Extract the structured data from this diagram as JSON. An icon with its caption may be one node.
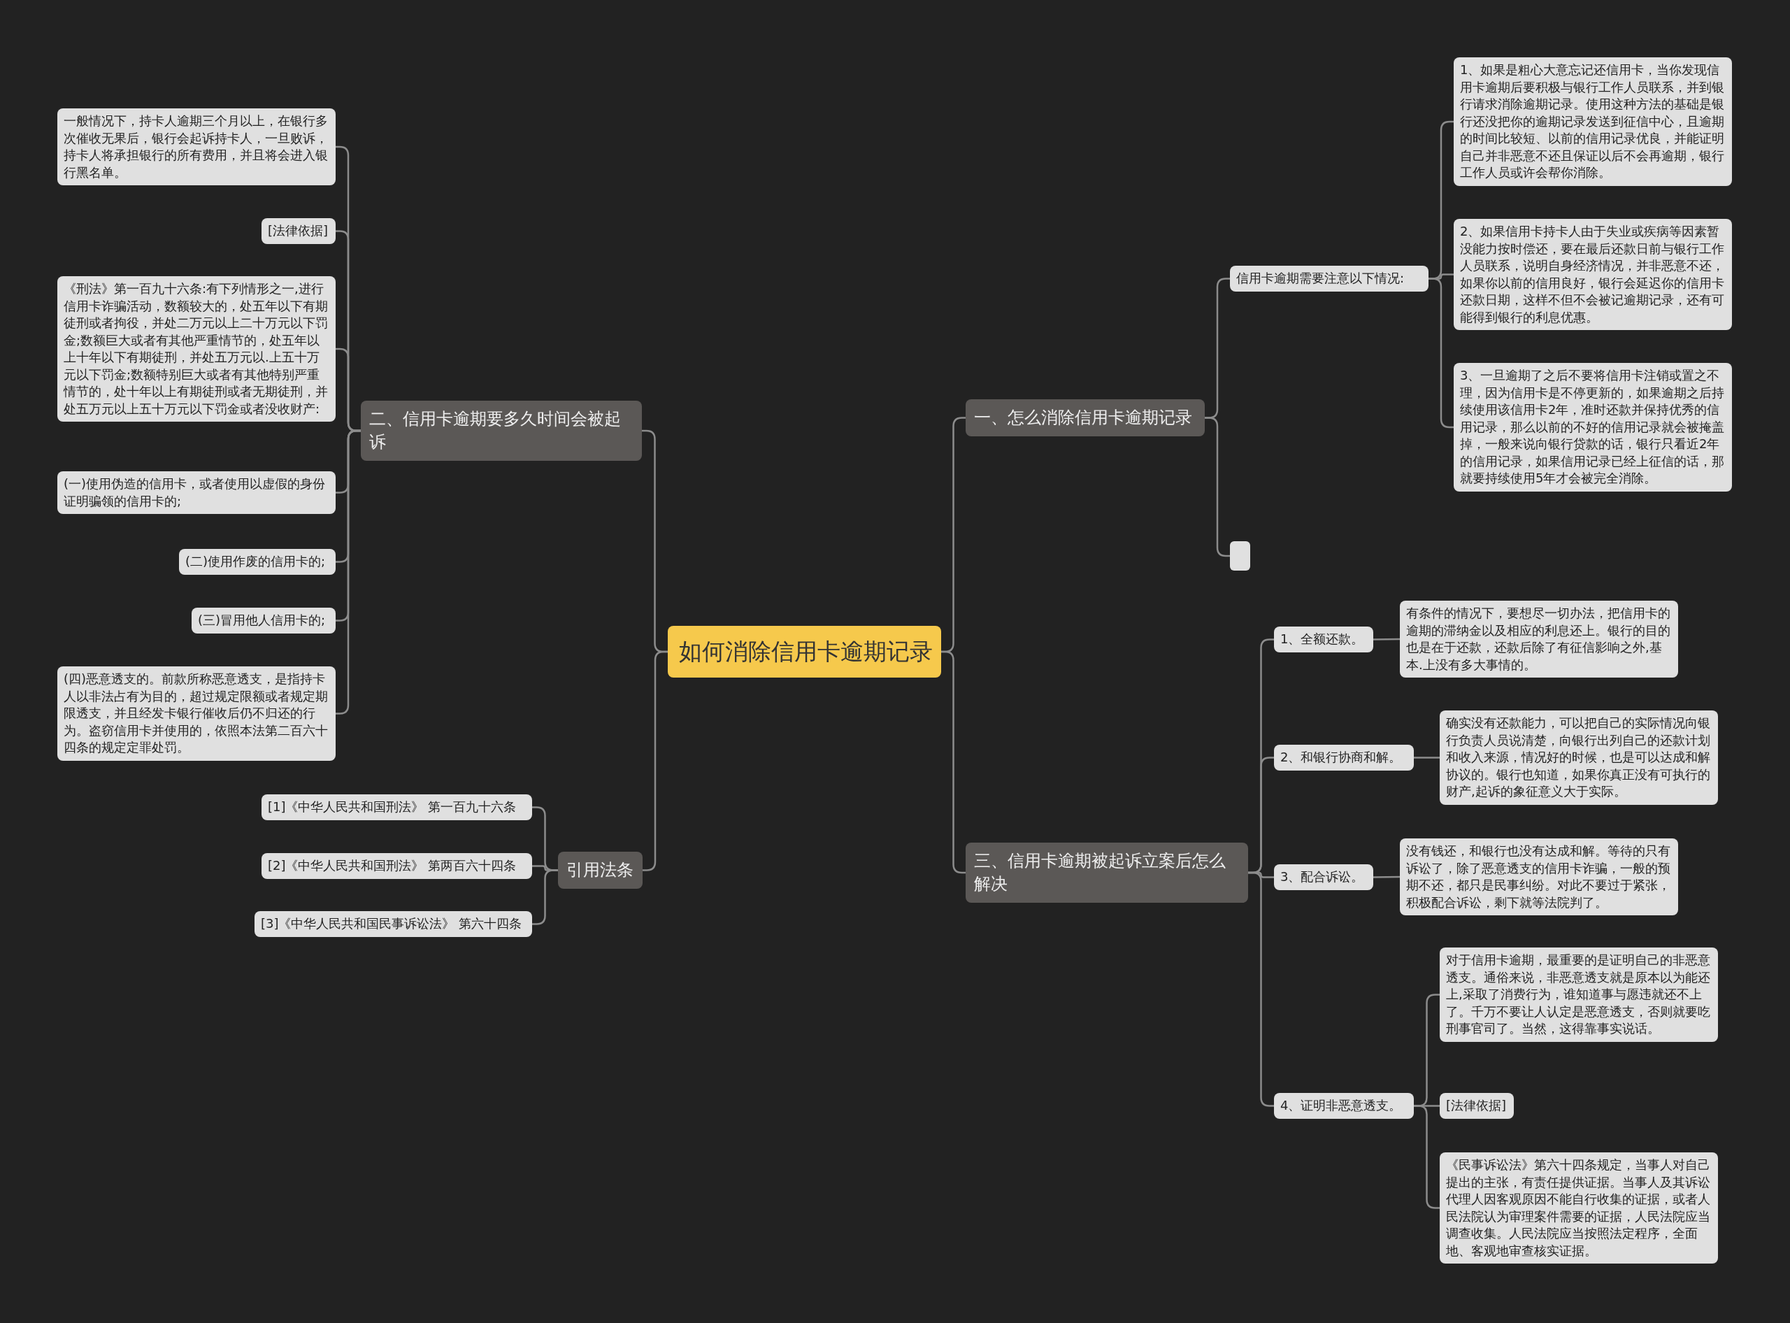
{
  "diagram": {
    "nodes": [
      {
        "text": [
          "如何消除信用卡逾期记录"
        ]
      },
      {
        "text": [
          "一、怎么消除信用卡逾期记录"
        ]
      },
      {
        "text": [
          "信用卡逾期需要注意以下情况:"
        ]
      },
      {
        "text": [
          "1、如果是粗心大意忘记还信用卡，当你发现信用卡逾期后要积极与银行工作人员联系，并到银行请求消除逾期记录。使用这种方法的基础是银行还没把你的逾期记录发送到征信中心，且逾期的时间比较短、以前的信用记录优良，并能证明自己并非恶意不还且保证以后不会再逾期，银行工作人员或许会帮你消除。"
        ]
      },
      {
        "text": [
          "2、如果信用卡持卡人由于失业或疾病等因素暂没能力按时偿还，要在最后还款日前与银行工作人员联系，说明自身经济情况，并非恶意不还，如果你以前的信用良好，银行会延迟你的信用卡还款日期，这样不但不会被记逾期记录，还有可能得到银行的利息优惠。"
        ]
      },
      {
        "text": [
          "3、一旦逾期了之后不要将信用卡注销或置之不理，因为信用卡是不停更新的，如果逾期之后持续使用该信用卡2年，准时还款并保持优秀的信用记录，那么以前的不好的信用记录就会被掩盖掉，一般来说向银行贷款的话，银行只看近2年的信用记录，如果信用记录已经上征信的话，那就要持续使用5年才会被完全消除。"
        ]
      },
      {
        "text": [],
        "shape": "box"
      },
      {
        "text": [
          "二、信用卡逾期要多久时间会被起诉"
        ]
      },
      {
        "text": [
          "一般情况下，持卡人逾期三个月以上，在银行多次催收无果后，银行会起诉持卡人，一旦败诉，持卡人将承担银行的所有费用，并且将会进入银行黑名单。"
        ]
      },
      {
        "text": [
          "[法律依据]"
        ]
      },
      {
        "text": [
          "《刑法》第一百九十六条:有下列情形之一,进行信用卡诈骗活动，数额较大的，处五年以下有期徒刑或者拘役，并处二万元以上二十万元以下罚金;数额巨大或者有其他严重情节的，处五年以上十年以下有期徒刑，并处五万元以.上五十万元以下罚金;数额特别巨大或者有其他特别严重情节的，处十年以上有期徒刑或者无期徒刑，并处五万元以上五十万元以下罚金或者没收财产:"
        ]
      },
      {
        "text": [
          "(一)使用伪造的信用卡，或者使用以虚假的身份证明骗领的信用卡的;"
        ]
      },
      {
        "text": [
          "(二)使用作废的信用卡的;"
        ]
      },
      {
        "text": [
          "(三)冒用他人信用卡的;"
        ]
      },
      {
        "text": [
          "(四)恶意透支的。前款所称恶意透支，是指持卡人以非法占有为目的，超过规定限额或者规定期限透支，并且经发卡银行催收后仍不归还的行为。盗窃信用卡并使用的，依照本法第二百六十四条的规定定罪处罚。"
        ]
      },
      {
        "text": [
          "引用法条"
        ]
      },
      {
        "text": [
          "[1]《中华人民共和国刑法》 第一百九十六条"
        ]
      },
      {
        "text": [
          "[2]《中华人民共和国刑法》 第两百六十四条"
        ]
      },
      {
        "text": [
          "[3]《中华人民共和国民事诉讼法》 第六十四条"
        ]
      },
      {
        "text": [
          "三、信用卡逾期被起诉立案后怎么解决"
        ]
      },
      {
        "text": [
          "1、全额还款。"
        ]
      },
      {
        "text": [
          "有条件的情况下，要想尽一切办法，把信用卡的逾期的滞纳金以及相应的利息还上。银行的目的也是在于还款，还款后除了有征信影响之外,基本.上没有多大事情的。"
        ]
      },
      {
        "text": [
          "2、和银行协商和解。"
        ]
      },
      {
        "text": [
          "确实没有还款能力，可以把自己的实际情况向银行负责人员说清楚，向银行出列自己的还款计划和收入来源，情况好的时候，也是可以达成和解协议的。银行也知道，如果你真正没有可执行的财产,起诉的象征意义大于实际。"
        ]
      },
      {
        "text": [
          "3、配合诉讼。"
        ]
      },
      {
        "text": [
          "没有钱还，和银行也没有达成和解。等待的只有诉讼了，除了恶意透支的信用卡诈骗，一般的预期不还，都只是民事纠纷。对此不要过于紧张，积极配合诉讼，剩下就等法院判了。"
        ]
      },
      {
        "text": [
          "4、证明非恶意透支。"
        ]
      },
      {
        "text": [
          "对于信用卡逾期，最重要的是证明自己的非恶意透支。通俗来说，非恶意透支就是原本以为能还上,采取了消费行为，谁知道事与愿违就还不上了。千万不要让人认定是恶意透支，否则就要吃刑事官司了。当然，这得靠事实说话。"
        ]
      },
      {
        "text": [
          "[法律依据]"
        ]
      },
      {
        "text": [
          "《民事诉讼法》第六十四条规定，当事人对自己提出的主张，有责任提供证据。当事人及其诉讼代理人因客观原因不能自行收集的证据，或者人民法院认为审理案件需要的证据，人民法院应当调查收集。人民法院应当按照法定程序，全面地、客观地审查核实证据。"
        ]
      }
    ],
    "edges": [
      {
        "from": 0,
        "to": 1,
        "arrow": "none"
      },
      {
        "from": 1,
        "to": 2,
        "arrow": "none"
      },
      {
        "from": 2,
        "to": 3,
        "arrow": "none"
      },
      {
        "from": 2,
        "to": 4,
        "arrow": "none"
      },
      {
        "from": 2,
        "to": 5,
        "arrow": "none"
      },
      {
        "from": 1,
        "to": 6,
        "arrow": "none"
      },
      {
        "from": 0,
        "to": 7,
        "arrow": "none"
      },
      {
        "from": 7,
        "to": 8,
        "arrow": "none"
      },
      {
        "from": 7,
        "to": 9,
        "arrow": "none"
      },
      {
        "from": 7,
        "to": 10,
        "arrow": "none"
      },
      {
        "from": 7,
        "to": 11,
        "arrow": "none"
      },
      {
        "from": 7,
        "to": 12,
        "arrow": "none"
      },
      {
        "from": 7,
        "to": 13,
        "arrow": "none"
      },
      {
        "from": 7,
        "to": 14,
        "arrow": "none"
      },
      {
        "from": 0,
        "to": 15,
        "arrow": "none"
      },
      {
        "from": 15,
        "to": 16,
        "arrow": "none"
      },
      {
        "from": 15,
        "to": 17,
        "arrow": "none"
      },
      {
        "from": 15,
        "to": 18,
        "arrow": "none"
      },
      {
        "from": 0,
        "to": 19,
        "arrow": "none"
      },
      {
        "from": 19,
        "to": 20,
        "arrow": "none"
      },
      {
        "from": 20,
        "to": 21,
        "arrow": "none"
      },
      {
        "from": 19,
        "to": 22,
        "arrow": "none"
      },
      {
        "from": 22,
        "to": 23,
        "arrow": "none"
      },
      {
        "from": 19,
        "to": 24,
        "arrow": "none"
      },
      {
        "from": 24,
        "to": 25,
        "arrow": "none"
      },
      {
        "from": 19,
        "to": 26,
        "arrow": "none"
      },
      {
        "from": 26,
        "to": 27,
        "arrow": "none"
      },
      {
        "from": 26,
        "to": 28,
        "arrow": "none"
      },
      {
        "from": 26,
        "to": 29,
        "arrow": "none"
      }
    ]
  }
}
